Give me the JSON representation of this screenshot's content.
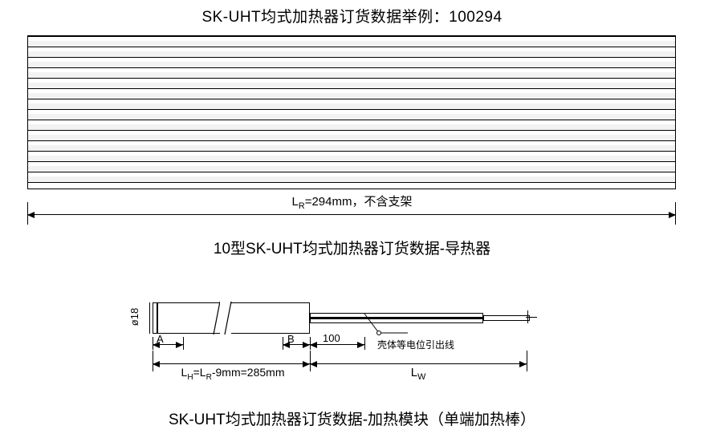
{
  "titles": {
    "main": "SK-UHT均式加热器订货数据举例：100294",
    "caption_heater": "10型SK-UHT均式加热器订货数据-导热器",
    "caption_module": "SK-UHT均式加热器订货数据-加热模块（单端加热棒）"
  },
  "heater_diagram": {
    "length_label": "LR=294mm，不含支架",
    "length_prefix": "L",
    "length_subscript": "R",
    "length_suffix": "=294mm，不含支架"
  },
  "module_diagram": {
    "diameter_label": "ø18",
    "dim_a": "A",
    "dim_b": "B",
    "dim_100": "100",
    "ground_wire_label": "壳体等电位引出线",
    "lh_prefix": "L",
    "lh_subscript": "H",
    "lh_suffix": "=LR-9mm=285mm",
    "lh_full": "LH=LR-9mm=285mm",
    "lw_prefix": "L",
    "lw_subscript": "W",
    "lw_full": "LW"
  },
  "colors": {
    "line": "#000000",
    "background": "#ffffff"
  }
}
